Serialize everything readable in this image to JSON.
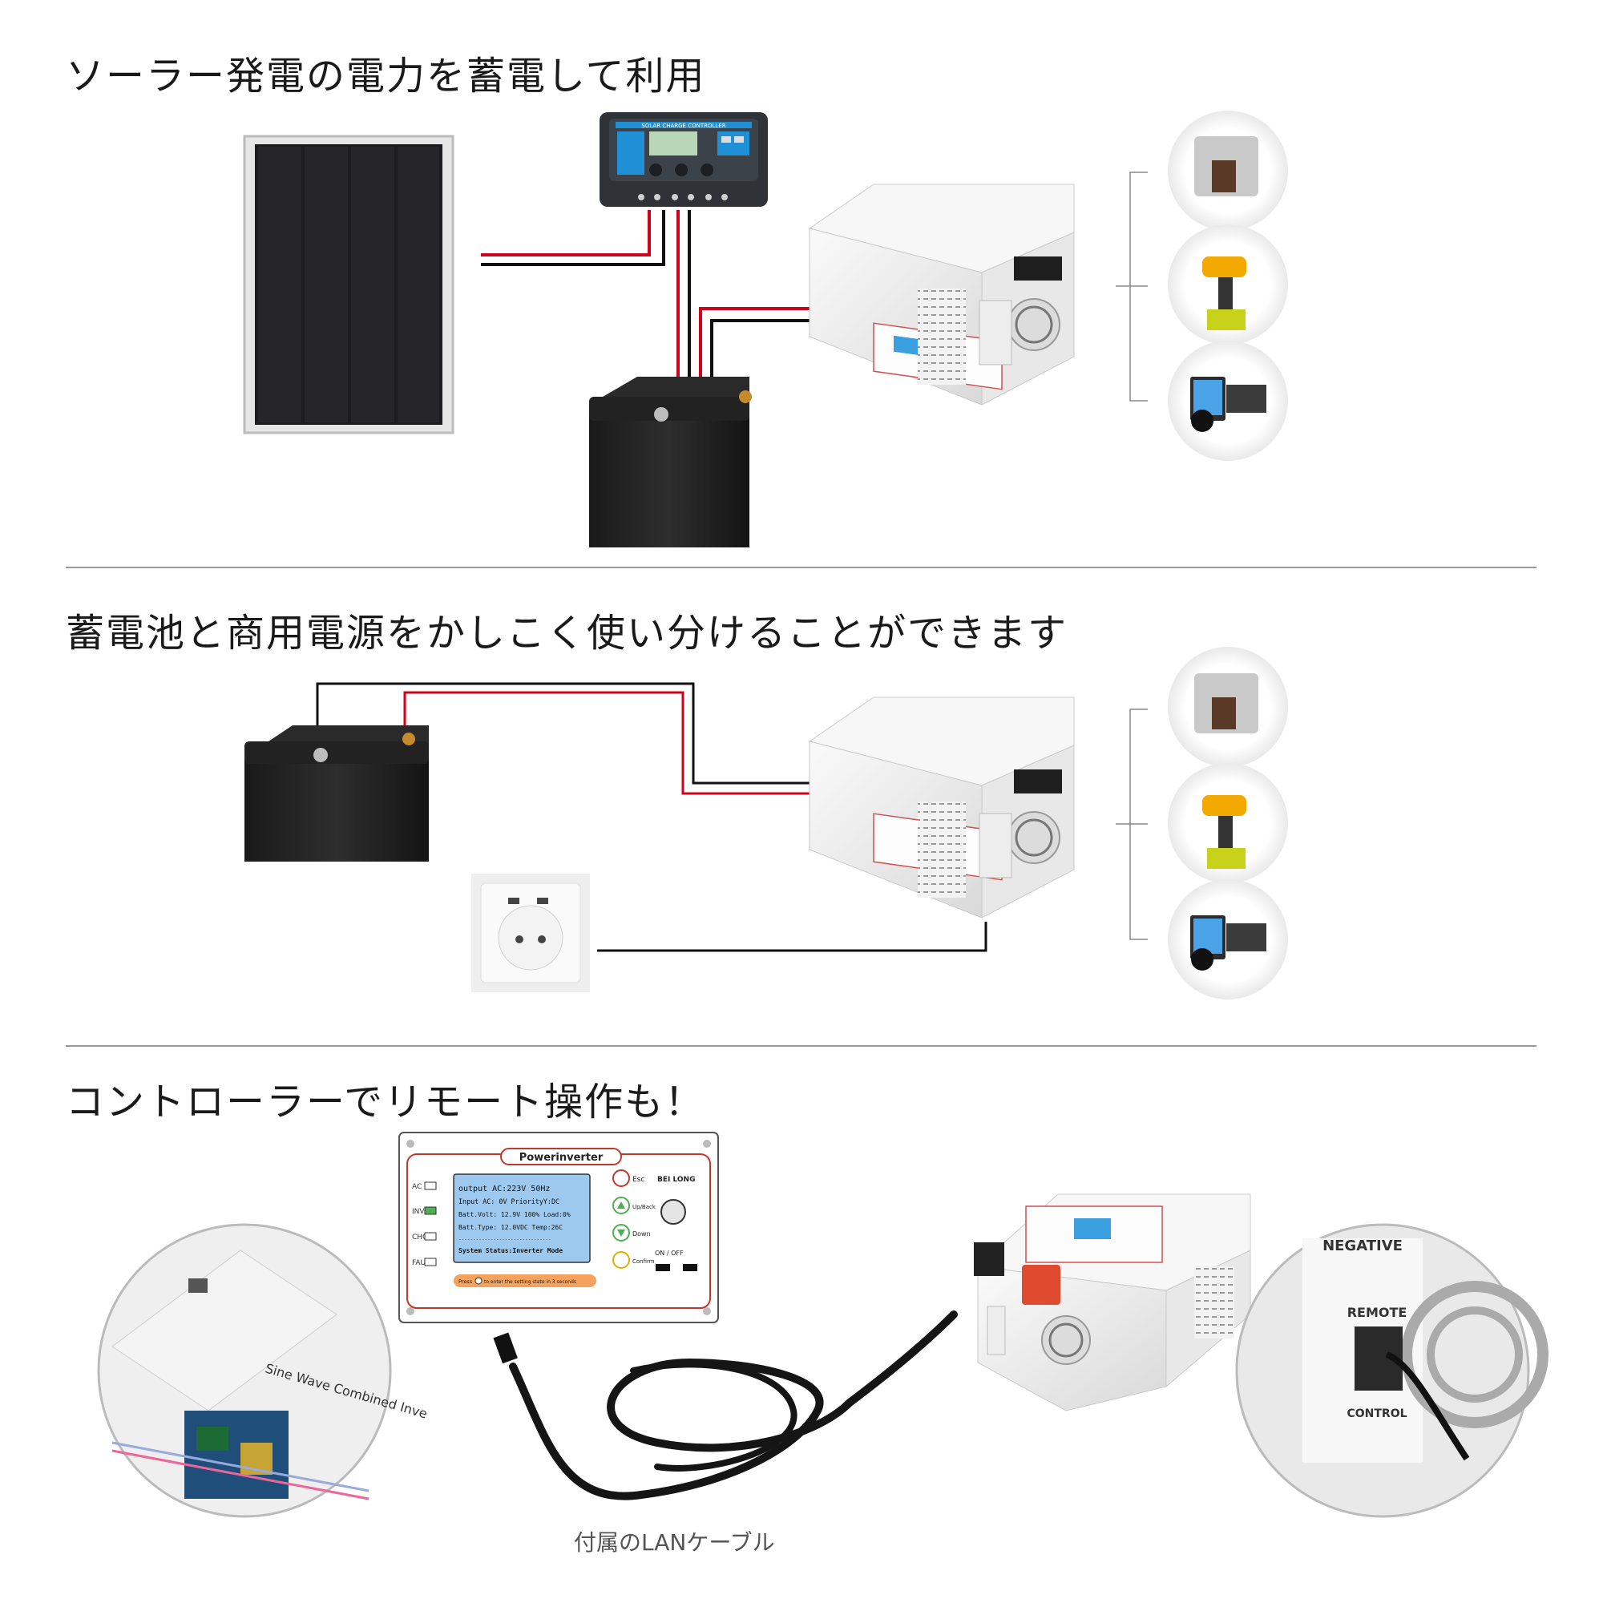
{
  "sections": [
    {
      "heading": "ソーラー発電の電力を蓄電して利用"
    },
    {
      "heading": "蓄電池と商用電源をかしこく使い分けることができます"
    },
    {
      "heading": "コントローラーでリモート操作も！"
    }
  ],
  "charge_controller": {
    "label": "SOLAR CHARGE CONTROLLER"
  },
  "inverter_panel": {
    "brand_title": "Powerinverter",
    "indicators": [
      "AC",
      "INV",
      "CHG",
      "FAULT"
    ],
    "lcd_lines": [
      "output  AC:223V 50Hz",
      "Input AC: 0V PriorityY:DC",
      "Batt.Volt: 12.9V 100% Load:0%",
      "Batt.Type: 12.0VDC Temp:26C",
      "--------------------------------",
      "System Status:Inverter Mode"
    ],
    "buttons": [
      "Esc",
      "Up/Back",
      "Down",
      "Confirm"
    ],
    "maker": "BEI LONG",
    "onoff_label": "ON  /  OFF",
    "press_hint_prefix": "Press",
    "press_hint_suffix": "to enter the setting state in 3 seconds"
  },
  "closeups": {
    "board_text": "Sine Wave Combined Inve",
    "port_top": "NEGATIVE",
    "port_remote": "REMOTE",
    "port_control": "CONTROL"
  },
  "cable_caption": "付属のLANケーブル",
  "colors": {
    "wire_red": "#d0021b",
    "wire_black": "#111111",
    "panel_red": "#c0392b"
  }
}
